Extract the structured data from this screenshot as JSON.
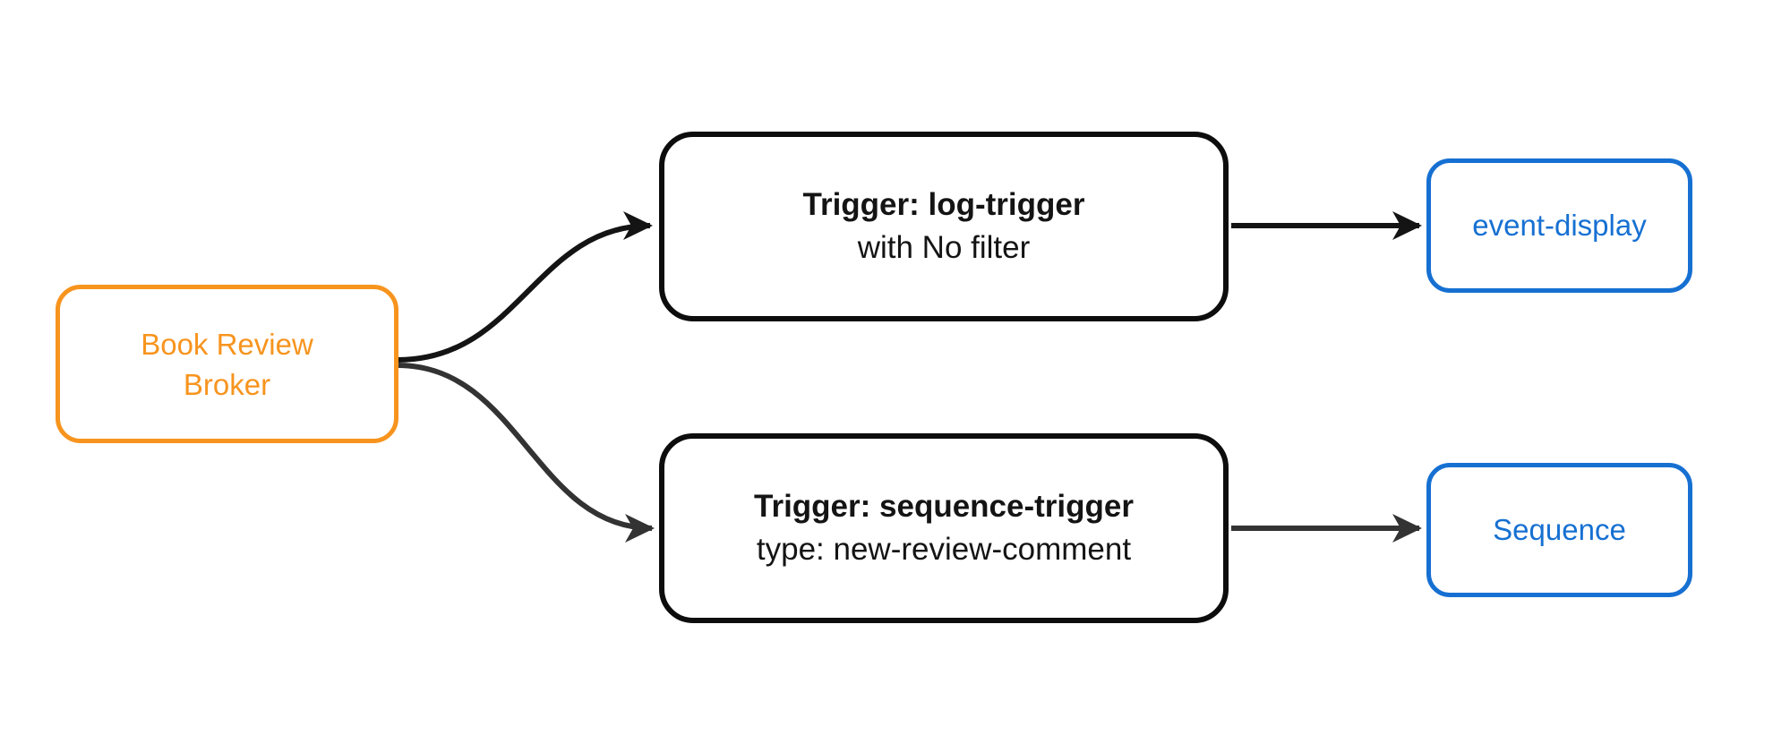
{
  "diagram": {
    "type": "flowchart",
    "direction": "left-to-right"
  },
  "colors": {
    "broker_accent": "#F7941E",
    "endpoint_accent": "#1670D2",
    "trigger_border": "#0D0D0D",
    "edge_primary": "#141414",
    "edge_secondary": "#333333",
    "background": "#FFFFFF"
  },
  "nodes": {
    "broker": {
      "label": "Book Review Broker",
      "line1": "Book Review",
      "line2": "Broker"
    },
    "log_trigger": {
      "title": "Trigger: log-trigger",
      "subtitle": "with No filter"
    },
    "sequence_trigger": {
      "title": "Trigger: sequence-trigger",
      "subtitle": "type: new-review-comment"
    },
    "event_display": {
      "label": "event-display"
    },
    "sequence": {
      "label": "Sequence"
    }
  },
  "edges": [
    {
      "from": "broker",
      "to": "log_trigger"
    },
    {
      "from": "broker",
      "to": "sequence_trigger"
    },
    {
      "from": "log_trigger",
      "to": "event_display"
    },
    {
      "from": "sequence_trigger",
      "to": "sequence"
    }
  ]
}
